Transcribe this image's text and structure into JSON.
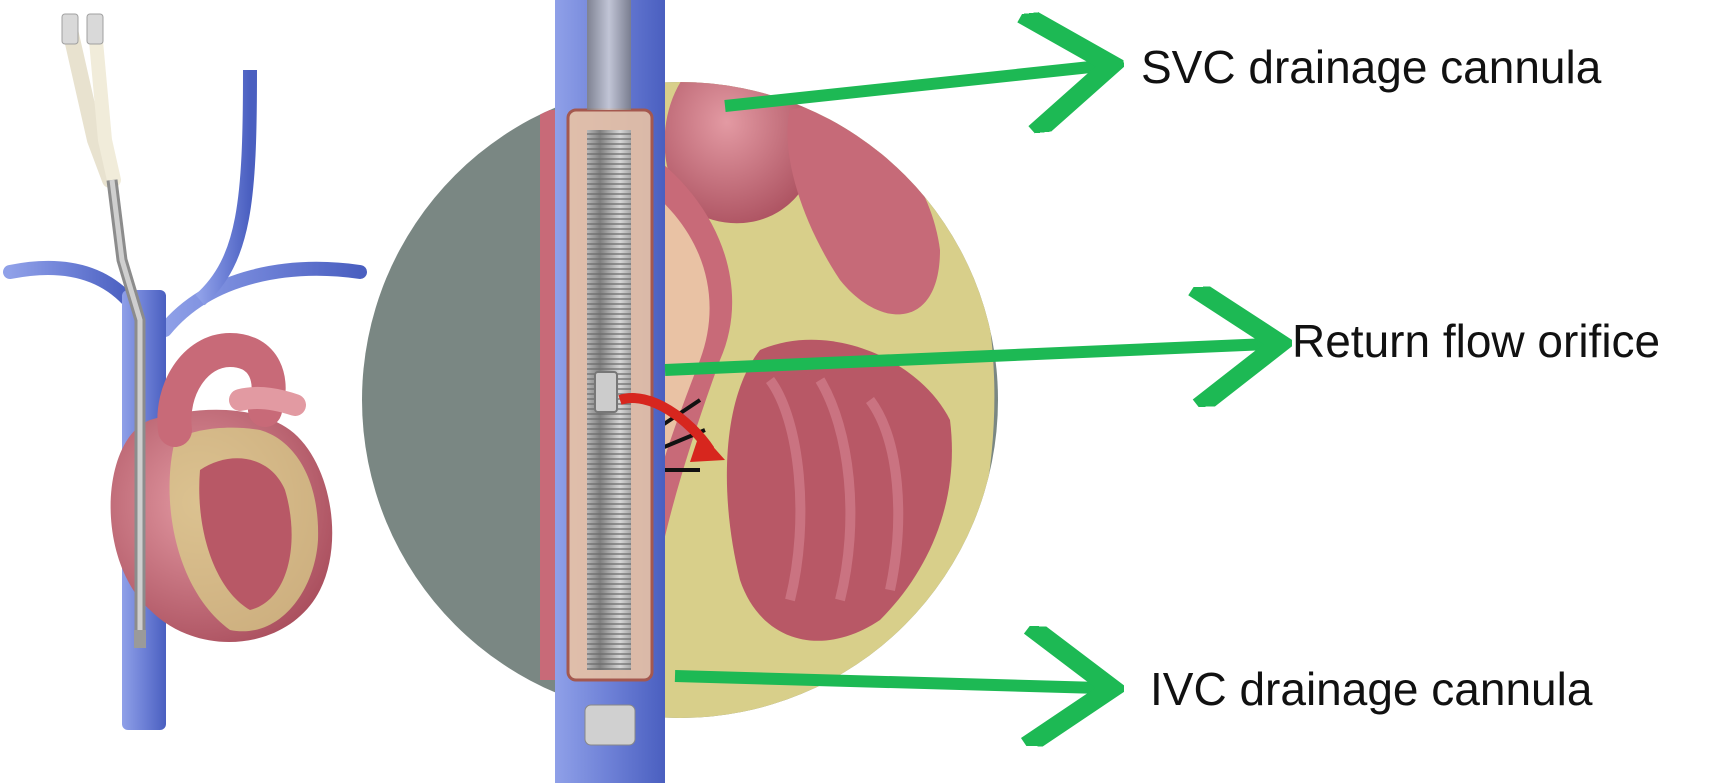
{
  "labels": {
    "svc": "SVC drainage cannula",
    "return_flow": "Return flow orifice",
    "ivc": "IVC drainage cannula"
  },
  "colors": {
    "arrow": "#1db954",
    "vein": "#6d80d6",
    "vein_dark": "#4a5fc0",
    "heart_muscle": "#c86a78",
    "heart_fat": "#d8cf8a",
    "circle_bg": "#7a8783",
    "atrium_inner": "#e9c2a4",
    "cannula": "#a9a9a9",
    "flow_arrow": "#d7261e"
  },
  "icons": {
    "left_figure": "heart-with-cannula-icon",
    "right_figure": "magnified-atrium-cutaway-icon"
  }
}
